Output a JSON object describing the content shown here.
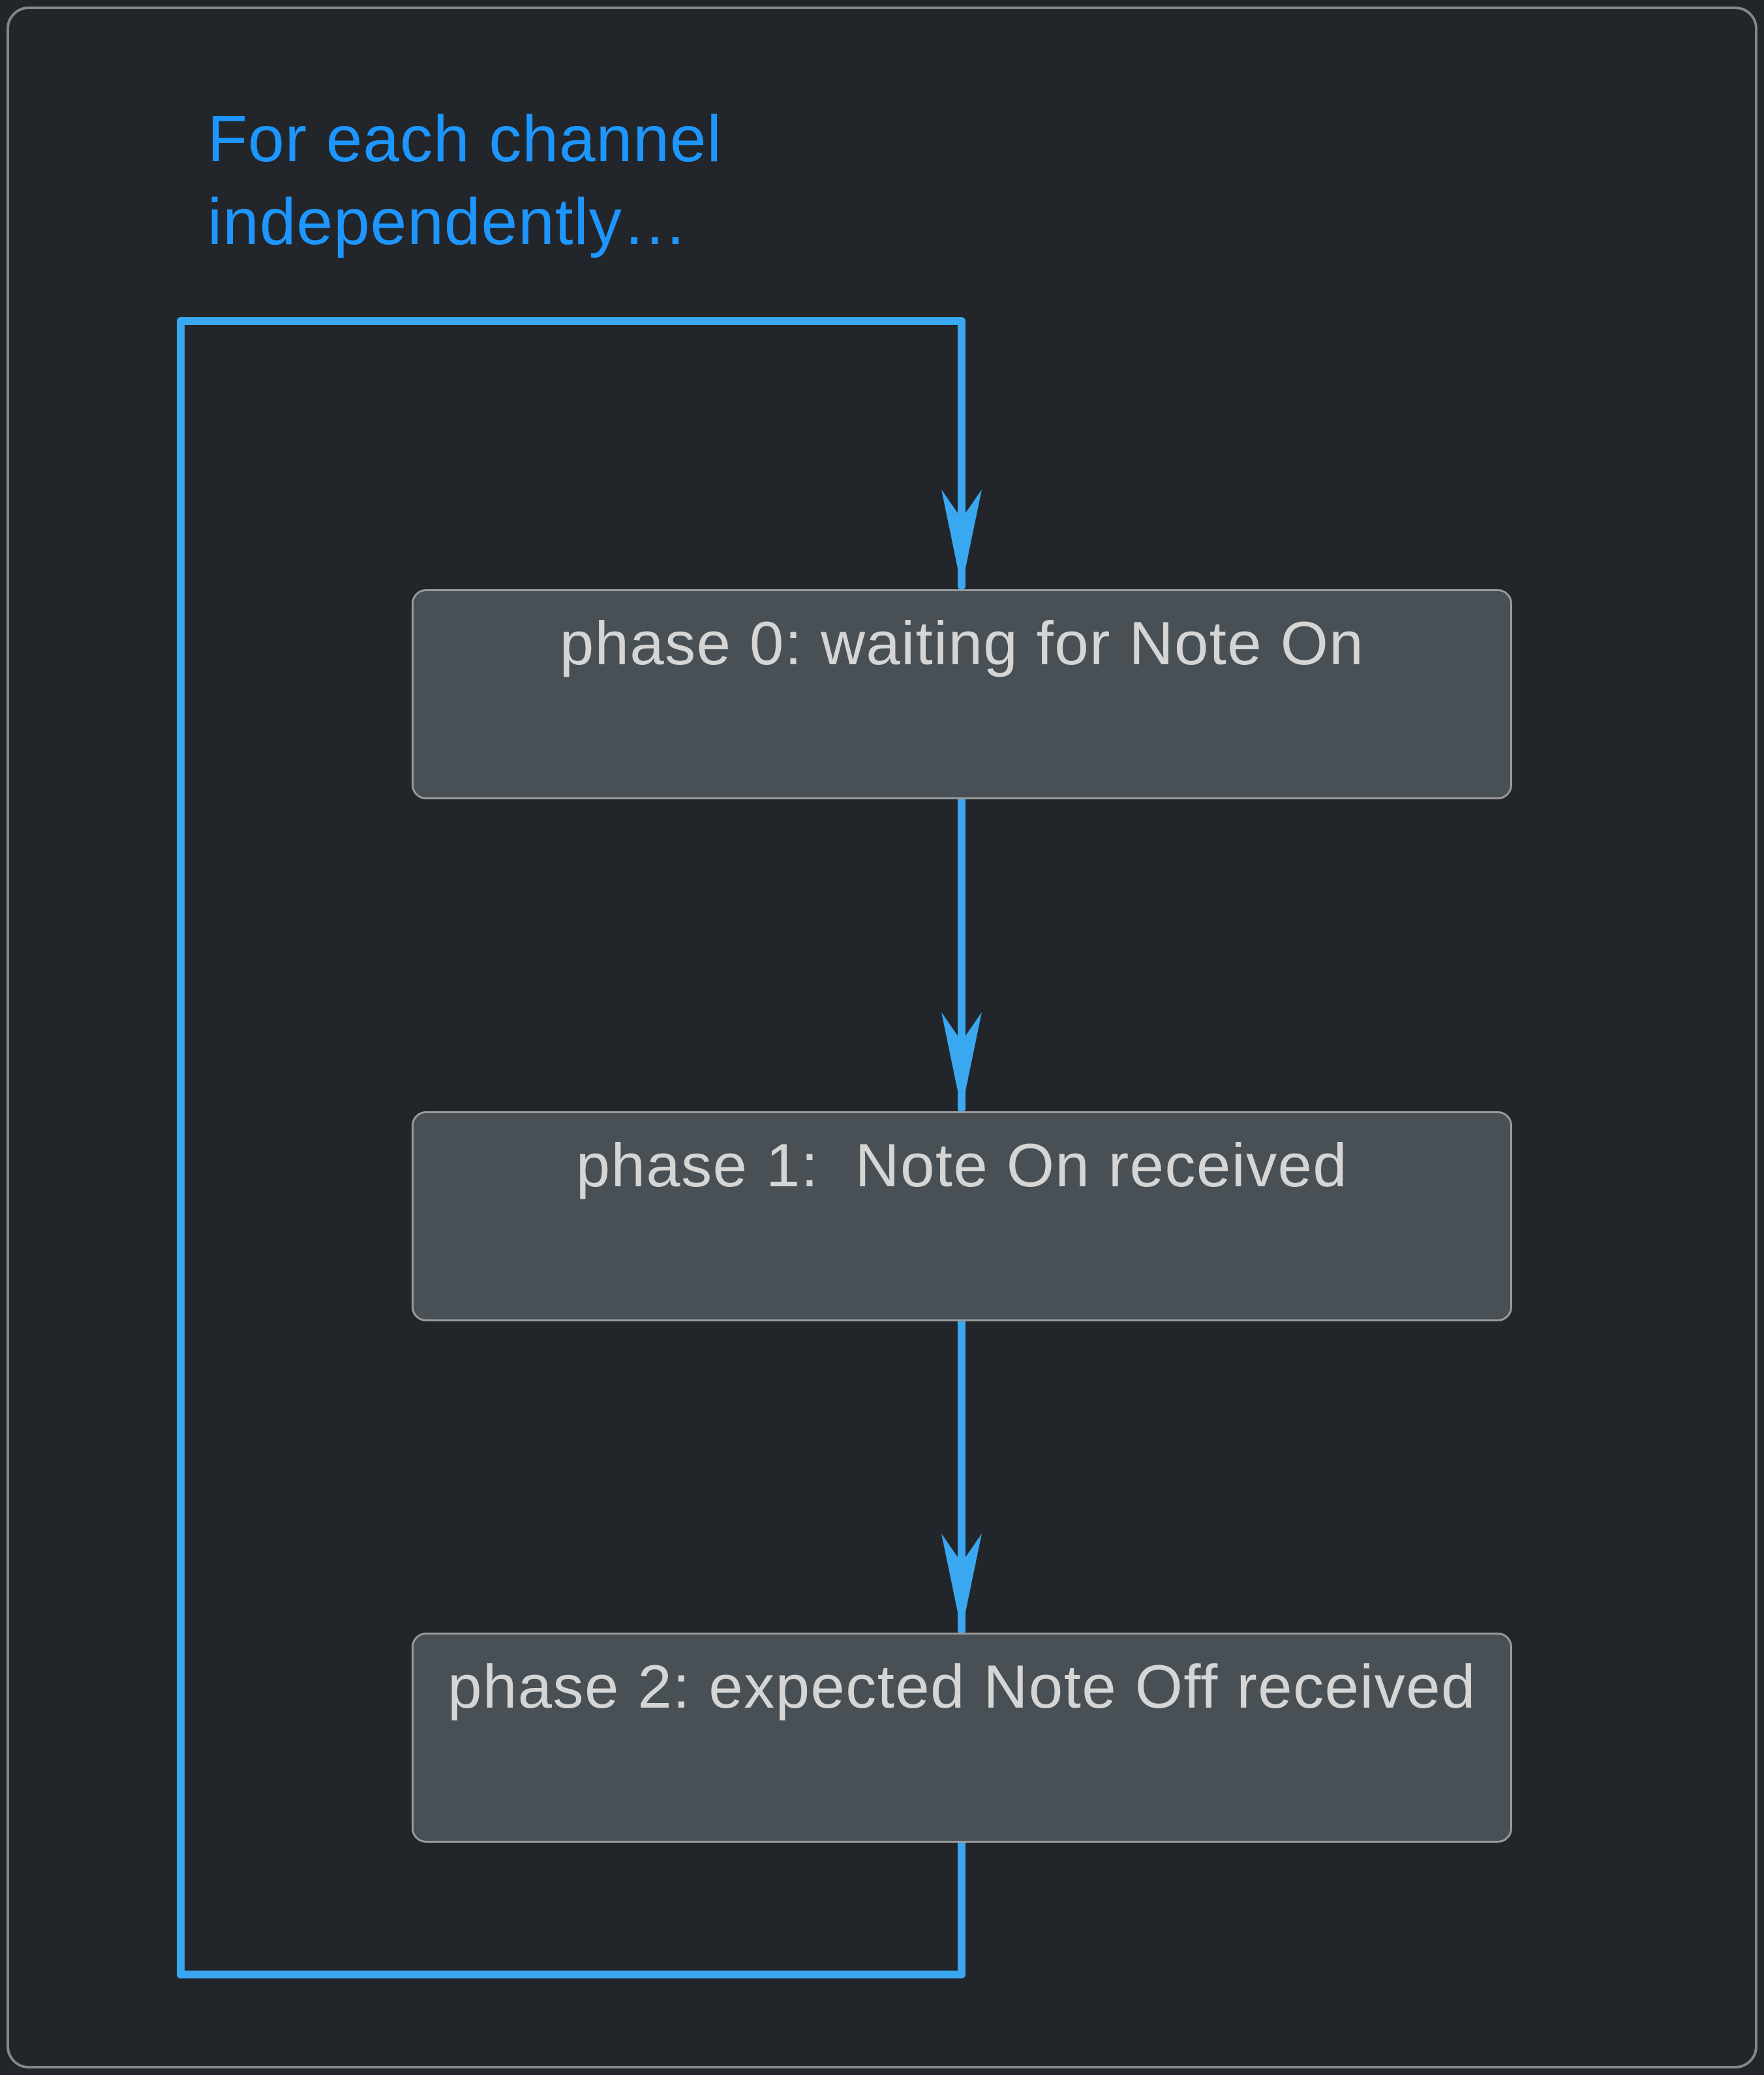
{
  "diagram": {
    "annotation": "For each channel\nindependently…",
    "phases": [
      {
        "label": "phase 0: waiting for Note On"
      },
      {
        "label": "phase 1:  Note On received"
      },
      {
        "label": "phase 2: expected Note Off received"
      }
    ],
    "colors": {
      "background": "#22262a",
      "frame_border": "#878787",
      "annotation_blue": "#1e96ff",
      "connector_blue": "#3aa8f0",
      "box_fill": "#485055",
      "box_border": "#9b9b9b",
      "box_text": "#d5d5d5"
    }
  }
}
